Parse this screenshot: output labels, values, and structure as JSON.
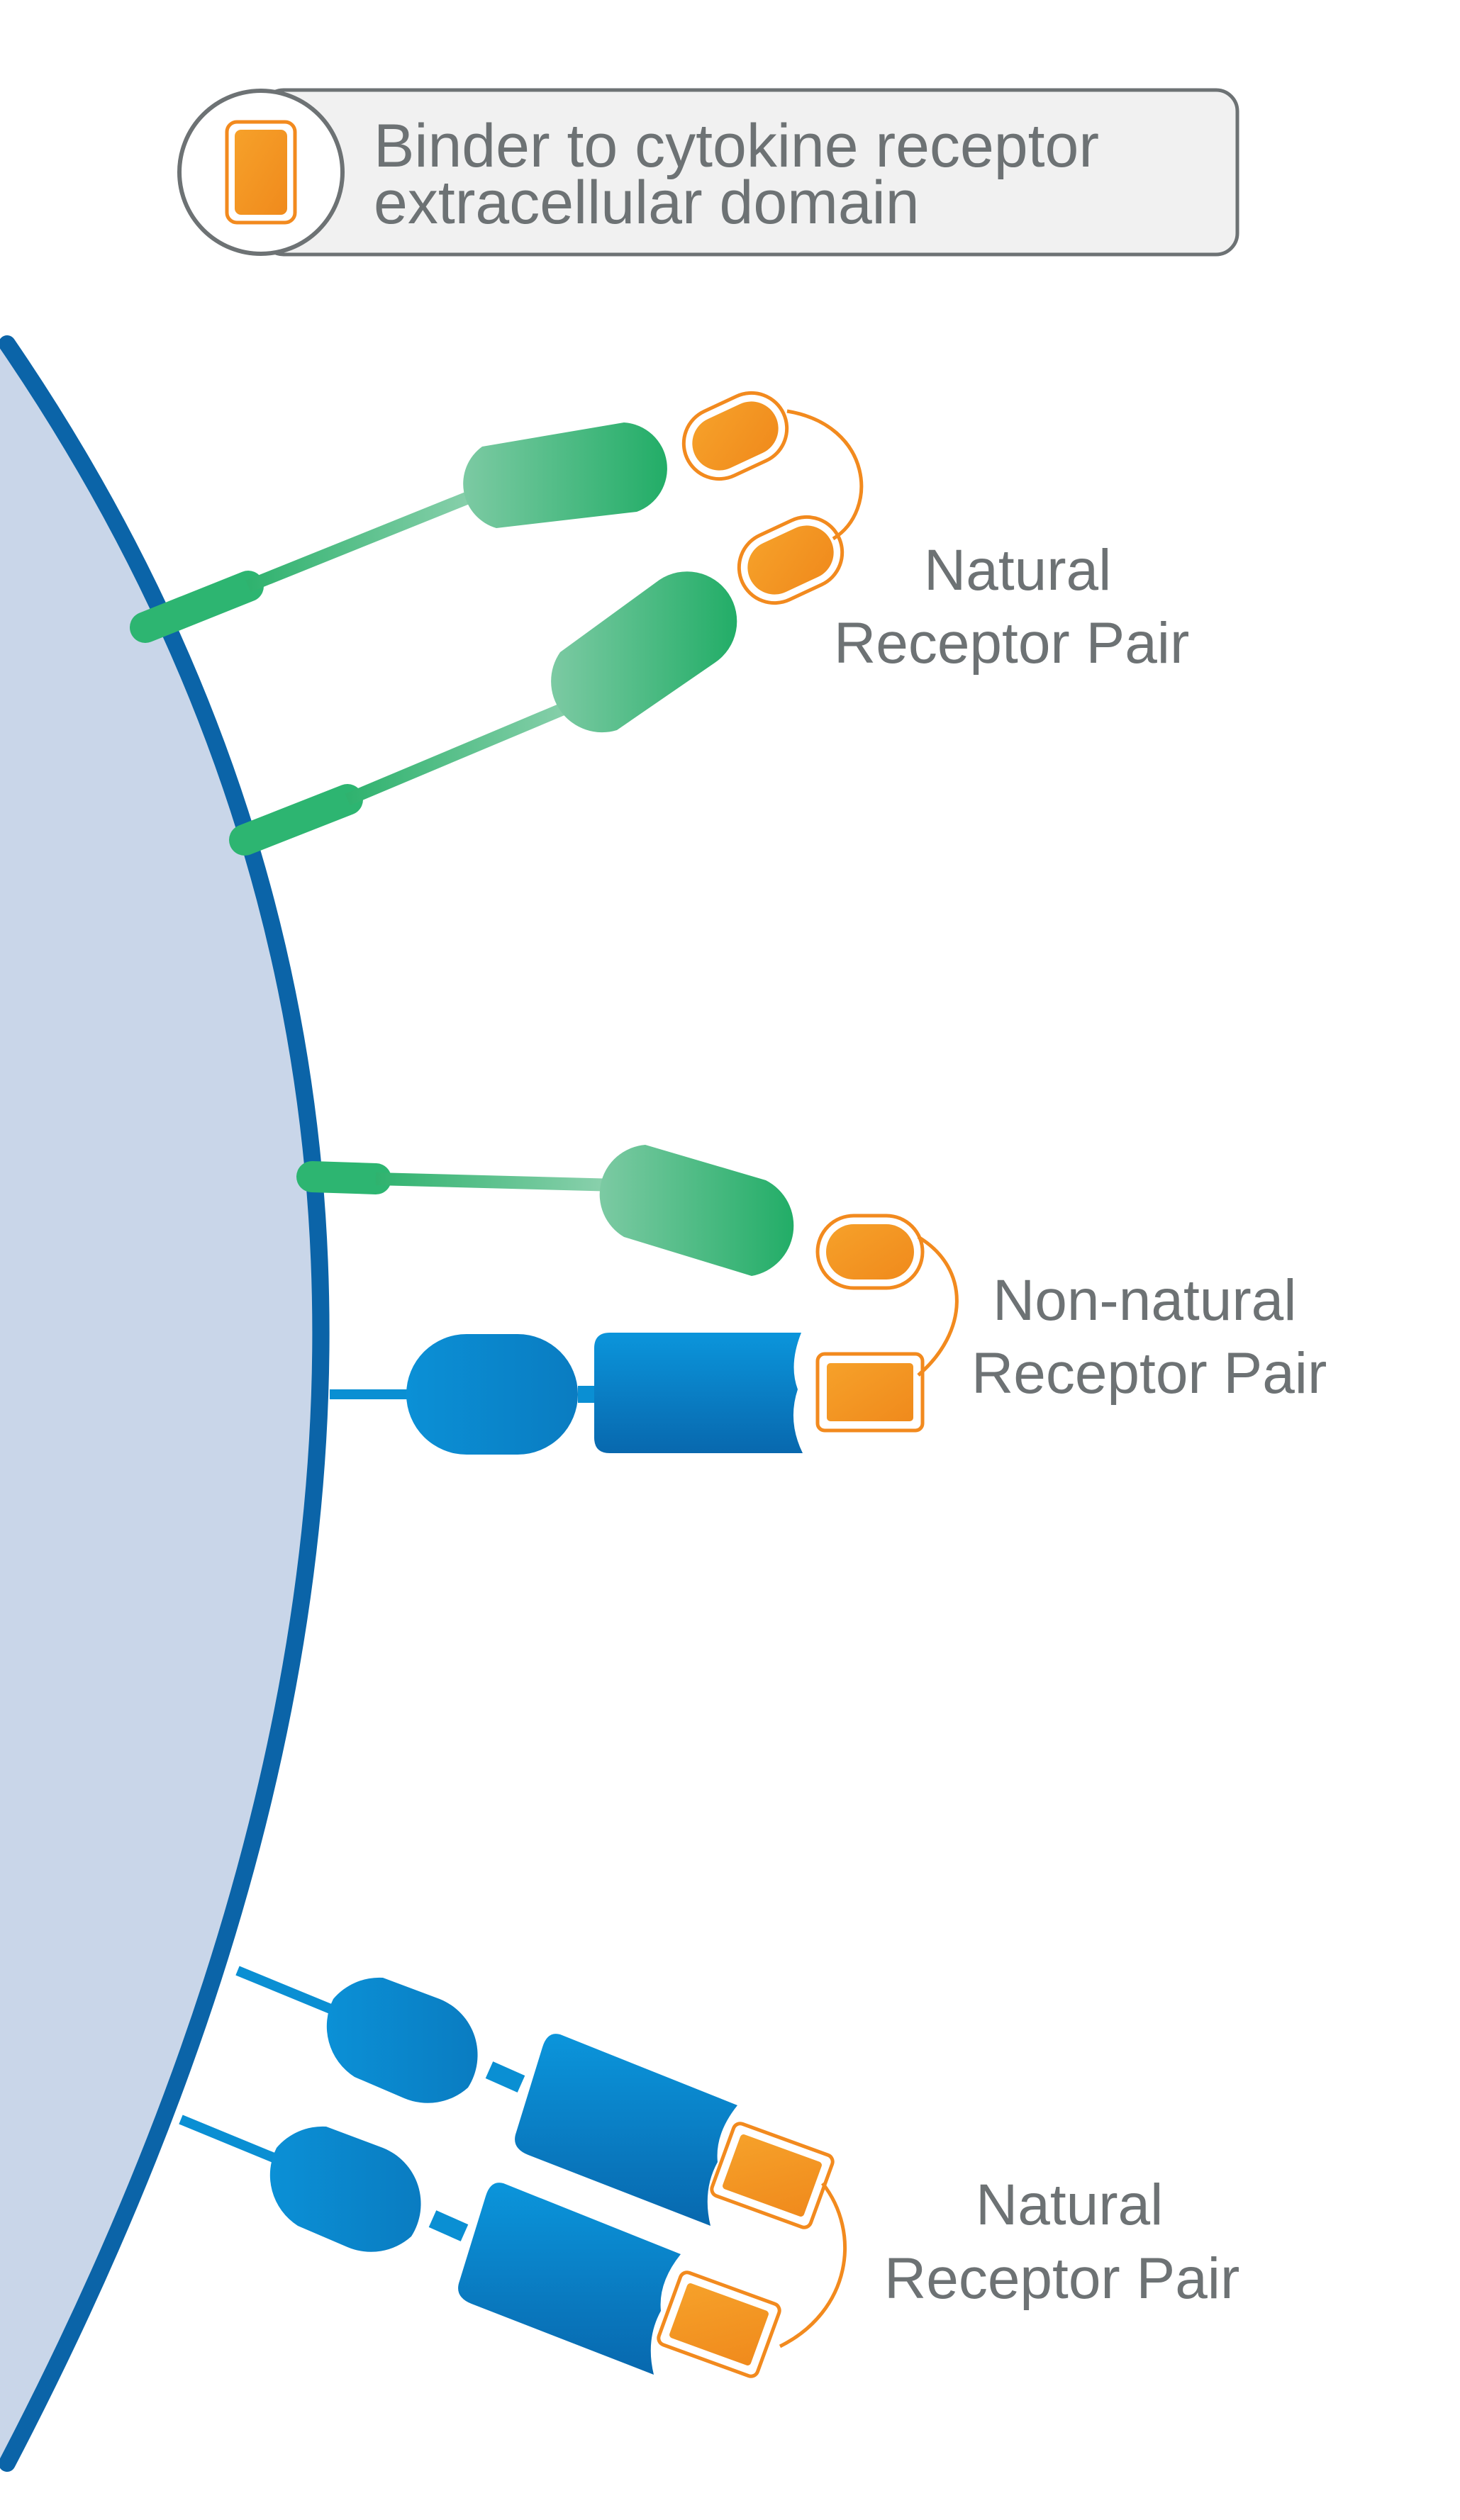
{
  "legend": {
    "line1": "Binder to cytokine receptor",
    "line2": "extracellular domain",
    "icon": "orange-binder-icon"
  },
  "groups": [
    {
      "label_line1": "Natural",
      "label_line2": "Receptor Pair"
    },
    {
      "label_line1": "Non-natural",
      "label_line2": "Receptor Pair"
    },
    {
      "label_line1": "Natural",
      "label_line2": "Receptor Pair"
    }
  ],
  "colors": {
    "cell_fill": "#c9d6e9",
    "membrane": "#0b64a8",
    "green_receptor": "#2db571",
    "green_light": "#6dc69a",
    "blue_receptor": "#0a8fd3",
    "blue_dark": "#076cb3",
    "binder_orange": "#f39221",
    "binder_outline": "#f28a1e",
    "label_gray": "#6d7274"
  }
}
